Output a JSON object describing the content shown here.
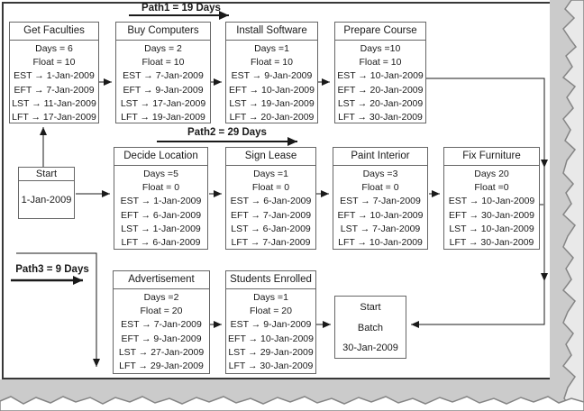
{
  "colors": {
    "box_border": "#666666",
    "text": "#1a1a1a",
    "torn_band": "#cbcbcb",
    "window_border": "#383838"
  },
  "path_labels": [
    {
      "label": "Path1 = 19 Days"
    },
    {
      "label": "Path2 = 29 Days"
    },
    {
      "label": "Path3 = 9 Days"
    }
  ],
  "tasks": [
    {
      "id": "get-faculties",
      "title": "Get Faculties",
      "lines": [
        "Days = 6",
        "Float = 10",
        "EST → 1-Jan-2009",
        "EFT → 7-Jan-2009",
        "LST → 11-Jan-2009",
        "LFT → 17-Jan-2009"
      ]
    },
    {
      "id": "buy-computers",
      "title": "Buy Computers",
      "lines": [
        "Days = 2",
        "Float = 10",
        "EST → 7-Jan-2009",
        "EFT → 9-Jan-2009",
        "LST → 17-Jan-2009",
        "LFT → 19-Jan-2009"
      ]
    },
    {
      "id": "install-software",
      "title": "Install Software",
      "lines": [
        "Days =1",
        "Float = 10",
        "EST → 9-Jan-2009",
        "EFT → 10-Jan-2009",
        "LST → 19-Jan-2009",
        "LFT → 20-Jan-2009"
      ]
    },
    {
      "id": "prepare-course",
      "title": "Prepare Course",
      "lines": [
        "Days =10",
        "Float = 10",
        "EST → 10-Jan-2009",
        "EFT → 20-Jan-2009",
        "LST → 20-Jan-2009",
        "LFT → 30-Jan-2009"
      ]
    },
    {
      "id": "decide-location",
      "title": "Decide Location",
      "lines": [
        "Days =5",
        "Float = 0",
        "EST → 1-Jan-2009",
        "EFT → 6-Jan-2009",
        "LST → 1-Jan-2009",
        "LFT → 6-Jan-2009"
      ]
    },
    {
      "id": "sign-lease",
      "title": "Sign Lease",
      "lines": [
        "Days =1",
        "Float = 0",
        "EST → 6-Jan-2009",
        "EFT → 7-Jan-2009",
        "LST → 6-Jan-2009",
        "LFT → 7-Jan-2009"
      ]
    },
    {
      "id": "paint-interior",
      "title": "Paint Interior",
      "lines": [
        "Days =3",
        "Float = 0",
        "EST → 7-Jan-2009",
        "EFT → 10-Jan-2009",
        "LST → 7-Jan-2009",
        "LFT → 10-Jan-2009"
      ]
    },
    {
      "id": "fix-furniture",
      "title": "Fix Furniture",
      "lines": [
        "Days  20",
        "Float =0",
        "EST → 10-Jan-2009",
        "EFT → 30-Jan-2009",
        "LST → 10-Jan-2009",
        "LFT → 30-Jan-2009"
      ]
    },
    {
      "id": "advertisement",
      "title": "Advertisement",
      "lines": [
        "Days =2",
        "Float = 20",
        "EST → 7-Jan-2009",
        "EFT → 9-Jan-2009",
        "LST → 27-Jan-2009",
        "LFT → 29-Jan-2009"
      ]
    },
    {
      "id": "students-enrolled",
      "title": "Students Enrolled",
      "lines": [
        "Days =1",
        "Float = 20",
        "EST → 9-Jan-2009",
        "EFT → 10-Jan-2009",
        "LST → 29-Jan-2009",
        "LFT → 30-Jan-2009"
      ]
    }
  ],
  "start_node": {
    "title": "Start",
    "date": "1-Jan-2009"
  },
  "end_node": {
    "line1": "Start",
    "line2": "Batch",
    "date": "30-Jan-2009"
  }
}
